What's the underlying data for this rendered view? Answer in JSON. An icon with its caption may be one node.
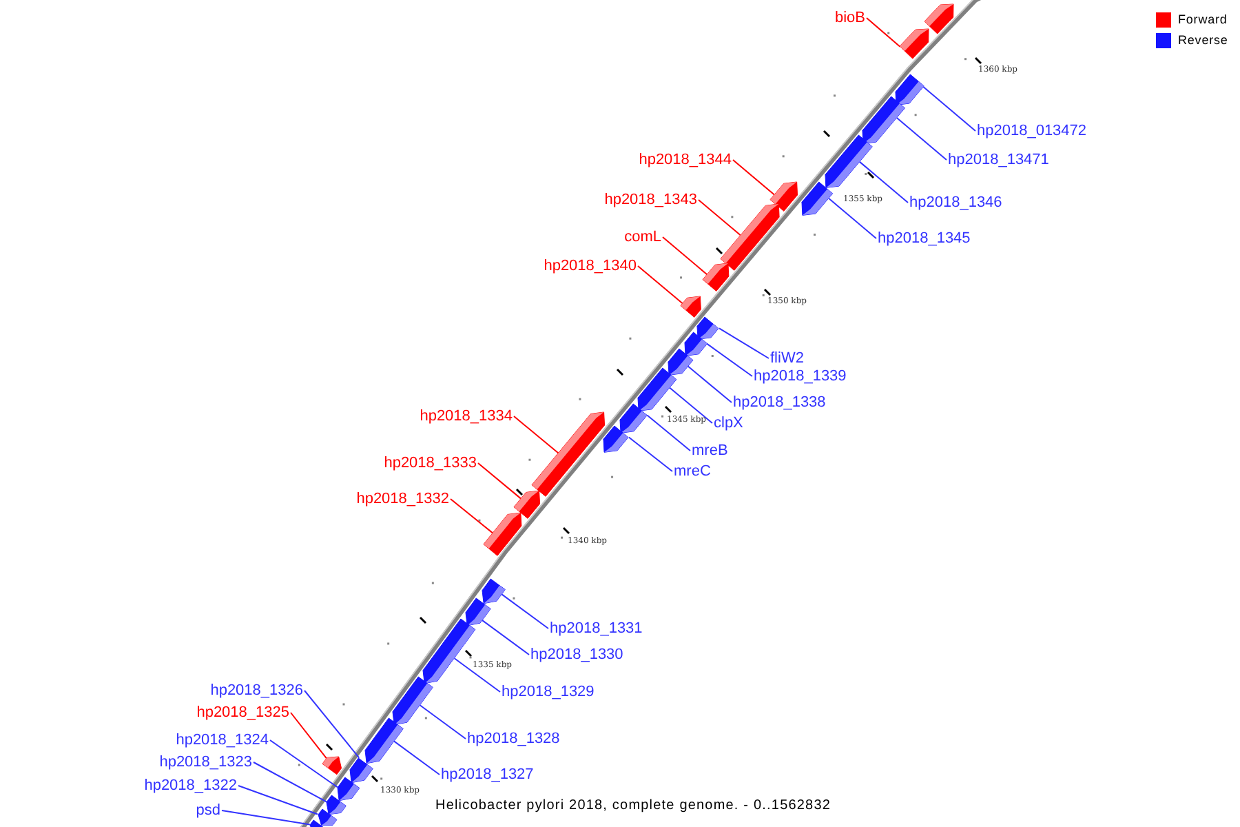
{
  "diagram": {
    "caption": "Helicobacter pylori 2018, complete genome. - 0..1562832",
    "nodes": [
      {
        "text": [
          "bioB"
        ]
      },
      {
        "text": [
          "hp2018_013472"
        ]
      },
      {
        "text": [
          "hp2018_1344"
        ]
      },
      {
        "text": [
          "hp2018_13471"
        ]
      },
      {
        "text": [
          "hp2018_1343"
        ]
      },
      {
        "text": [
          "hp2018_1346"
        ]
      },
      {
        "text": [
          "comL"
        ]
      },
      {
        "text": [
          "hp2018_1345"
        ]
      },
      {
        "text": [
          "hp2018_1340"
        ]
      },
      {
        "text": [
          "fliW2"
        ]
      },
      {
        "text": [
          "hp2018_1339"
        ]
      },
      {
        "text": [
          "hp2018_1338"
        ]
      },
      {
        "text": [
          "hp2018_1334"
        ]
      },
      {
        "text": [
          "clpX"
        ]
      },
      {
        "text": [
          "mreB"
        ]
      },
      {
        "text": [
          "hp2018_1333"
        ]
      },
      {
        "text": [
          "mreC"
        ]
      },
      {
        "text": [
          "hp2018_1332"
        ]
      },
      {
        "text": [
          "hp2018_1331"
        ]
      },
      {
        "text": [
          "hp2018_1330"
        ]
      },
      {
        "text": [
          "hp2018_1326"
        ]
      },
      {
        "text": [
          "hp2018_1329"
        ]
      },
      {
        "text": [
          "hp2018_1325"
        ]
      },
      {
        "text": [
          "hp2018_1328"
        ]
      },
      {
        "text": [
          "hp2018_1324"
        ]
      },
      {
        "text": [
          "hp2018_1323"
        ]
      },
      {
        "text": [
          "hp2018_1327"
        ]
      },
      {
        "text": [
          "hp2018_1322"
        ]
      },
      {
        "text": [
          "psd"
        ]
      },
      {
        "text": [],
        "shape": "arrow"
      },
      {
        "text": [],
        "shape": "arrow"
      },
      {
        "text": [],
        "shape": "arrow"
      },
      {
        "text": [],
        "shape": "arrow"
      },
      {
        "text": [],
        "shape": "arrow"
      },
      {
        "text": [],
        "shape": "arrow"
      },
      {
        "text": [],
        "shape": "arrow"
      },
      {
        "text": [],
        "shape": "arrow"
      },
      {
        "text": [],
        "shape": "arrow"
      },
      {
        "text": [],
        "shape": "arrow"
      },
      {
        "text": [],
        "shape": "arrow"
      },
      {
        "text": [],
        "shape": "arrow"
      },
      {
        "text": [],
        "shape": "arrow"
      },
      {
        "text": [],
        "shape": "arrow"
      },
      {
        "text": [],
        "shape": "arrow"
      },
      {
        "text": [],
        "shape": "arrow"
      },
      {
        "text": [],
        "shape": "arrow"
      },
      {
        "text": [],
        "shape": "arrow"
      },
      {
        "text": [],
        "shape": "arrow"
      },
      {
        "text": [],
        "shape": "arrow"
      },
      {
        "text": [],
        "shape": "arrow"
      },
      {
        "text": [],
        "shape": "arrow"
      },
      {
        "text": [],
        "shape": "arrow"
      },
      {
        "text": [],
        "shape": "arrow"
      },
      {
        "text": [],
        "shape": "arrow"
      },
      {
        "text": [],
        "shape": "arrow"
      },
      {
        "text": [],
        "shape": "arrow"
      },
      {
        "text": [],
        "shape": "arrow"
      },
      {
        "text": [],
        "shape": "arrow"
      },
      {
        "text": [],
        "shape": "arrow"
      }
    ],
    "edges": [
      {
        "from": 0,
        "to": 29,
        "arrow": "none",
        "color": "#ff0000"
      },
      {
        "from": 1,
        "to": 30,
        "arrow": "none"
      },
      {
        "from": 2,
        "to": 31,
        "arrow": "none",
        "color": "#ff0000"
      },
      {
        "from": 3,
        "to": 32,
        "arrow": "none"
      },
      {
        "from": 4,
        "to": 33,
        "arrow": "none",
        "color": "#ff0000"
      },
      {
        "from": 5,
        "to": 34,
        "arrow": "none"
      },
      {
        "from": 6,
        "to": 35,
        "arrow": "none",
        "color": "#ff0000"
      },
      {
        "from": 7,
        "to": 36,
        "arrow": "none"
      },
      {
        "from": 8,
        "to": 37,
        "arrow": "none",
        "color": "#ff0000"
      },
      {
        "from": 9,
        "to": 38,
        "arrow": "none"
      },
      {
        "from": 10,
        "to": 39,
        "arrow": "none"
      },
      {
        "from": 11,
        "to": 40,
        "arrow": "none"
      },
      {
        "from": 12,
        "to": 41,
        "arrow": "none",
        "color": "#ff0000"
      },
      {
        "from": 13,
        "to": 42,
        "arrow": "none"
      },
      {
        "from": 14,
        "to": 43,
        "arrow": "none"
      },
      {
        "from": 15,
        "to": 44,
        "arrow": "none",
        "color": "#ff0000"
      },
      {
        "from": 16,
        "to": 45,
        "arrow": "none"
      },
      {
        "from": 17,
        "to": 46,
        "arrow": "none",
        "color": "#ff0000"
      },
      {
        "from": 18,
        "to": 47,
        "arrow": "none"
      },
      {
        "from": 19,
        "to": 48,
        "arrow": "none"
      },
      {
        "from": 20,
        "to": 49,
        "arrow": "none"
      },
      {
        "from": 21,
        "to": 50,
        "arrow": "none"
      },
      {
        "from": 22,
        "to": 51,
        "arrow": "none",
        "color": "#ff0000"
      },
      {
        "from": 23,
        "to": 52,
        "arrow": "none"
      },
      {
        "from": 24,
        "to": 53,
        "arrow": "none"
      },
      {
        "from": 25,
        "to": 54,
        "arrow": "none"
      },
      {
        "from": 26,
        "to": 55,
        "arrow": "none"
      },
      {
        "from": 27,
        "to": 56,
        "arrow": "none"
      },
      {
        "from": 28,
        "to": 57,
        "arrow": "none"
      }
    ],
    "labels": [
      "1360 kbp",
      "1355 kbp",
      "1350 kbp",
      "1345 kbp",
      "1340 kbp",
      "1335 kbp",
      "1330 kbp"
    ],
    "legend": [
      {
        "text": "Forward",
        "color": "#ff0000"
      },
      {
        "text": "Reverse",
        "color": "#1414ff"
      }
    ]
  }
}
